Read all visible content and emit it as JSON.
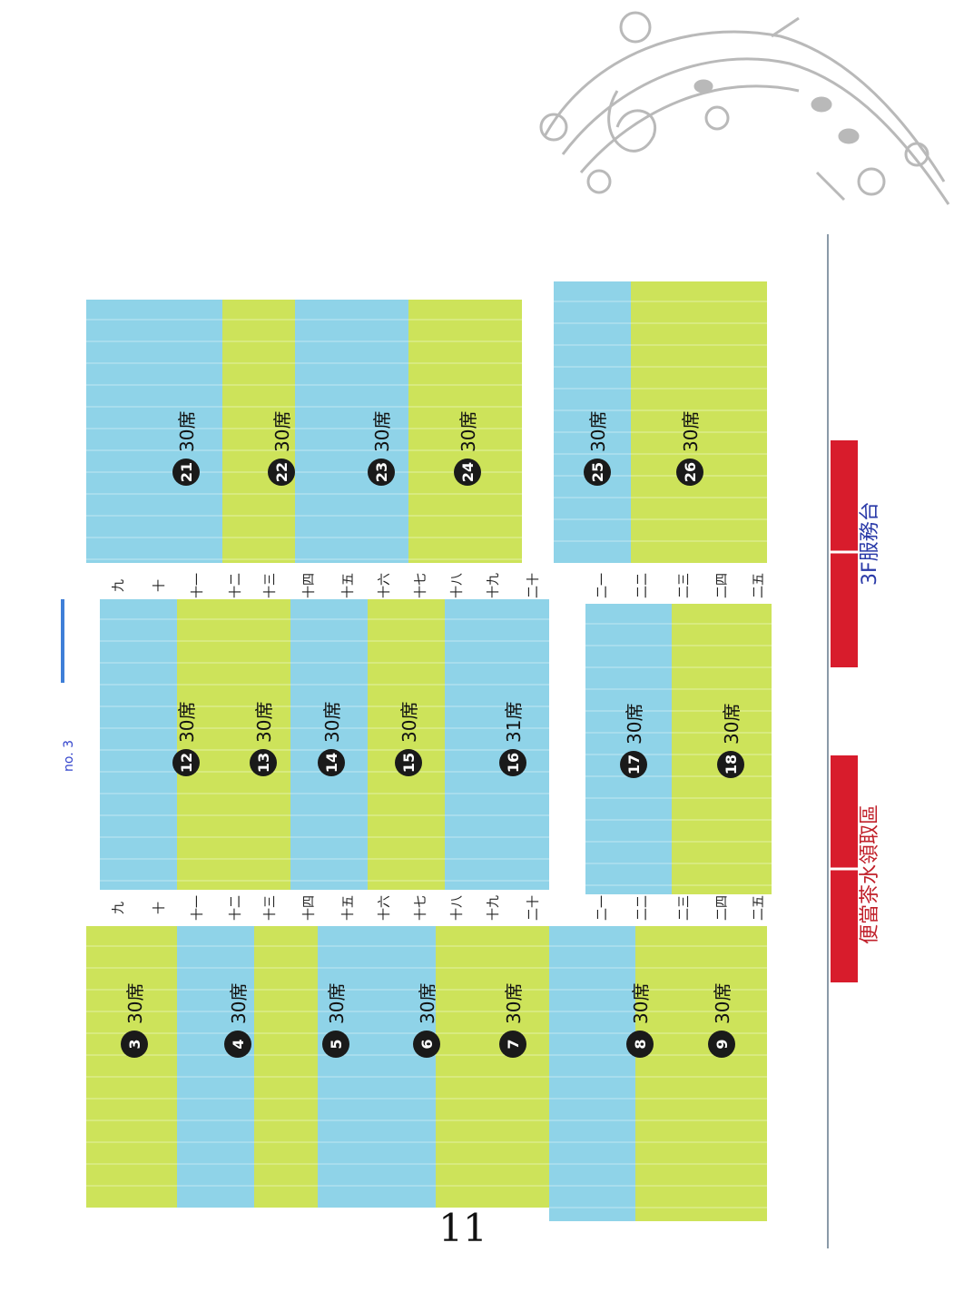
{
  "page_number": "11",
  "note": "no. 3",
  "colors": {
    "green": "#cde35a",
    "blue": "#8fd3e8",
    "red": "#d81c2c",
    "badge": "#1a1a1a",
    "label_blue": "#2a3aa8",
    "label_red": "#c0202a"
  },
  "icons": [
    "music-notes-decoration-icon"
  ],
  "service": {
    "label_service": "3F服務台",
    "label_pickup": "便當茶水領取區"
  },
  "row_labels": {
    "mid": [
      "九",
      "十",
      "十一",
      "十二",
      "十三",
      "十四",
      "十五",
      "十六",
      "十七",
      "十八",
      "十九",
      "二十"
    ],
    "lower": [
      "二一",
      "二二",
      "二三",
      "二四",
      "二五"
    ]
  },
  "sections": [
    {
      "id": "3",
      "label": "30席",
      "color": "green"
    },
    {
      "id": "4",
      "label": "30席",
      "color": "blue"
    },
    {
      "id": "5",
      "label": "30席",
      "color": "green"
    },
    {
      "id": "6",
      "label": "30席",
      "color": "blue"
    },
    {
      "id": "7",
      "label": "30席",
      "color": "green"
    },
    {
      "id": "8",
      "label": "30席",
      "color": "blue"
    },
    {
      "id": "9",
      "label": "30席",
      "color": "green"
    },
    {
      "id": "12",
      "label": "30席",
      "color": "blue"
    },
    {
      "id": "13",
      "label": "30席",
      "color": "green"
    },
    {
      "id": "14",
      "label": "30席",
      "color": "blue"
    },
    {
      "id": "15",
      "label": "30席",
      "color": "green"
    },
    {
      "id": "16",
      "label": "31席",
      "color": "blue"
    },
    {
      "id": "17",
      "label": "30席",
      "color": "blue"
    },
    {
      "id": "18",
      "label": "30席",
      "color": "green"
    },
    {
      "id": "21",
      "label": "30席",
      "color": "blue"
    },
    {
      "id": "22",
      "label": "30席",
      "color": "green"
    },
    {
      "id": "23",
      "label": "30席",
      "color": "blue"
    },
    {
      "id": "24",
      "label": "30席",
      "color": "green"
    },
    {
      "id": "25",
      "label": "30席",
      "color": "blue"
    },
    {
      "id": "26",
      "label": "30席",
      "color": "green"
    }
  ]
}
